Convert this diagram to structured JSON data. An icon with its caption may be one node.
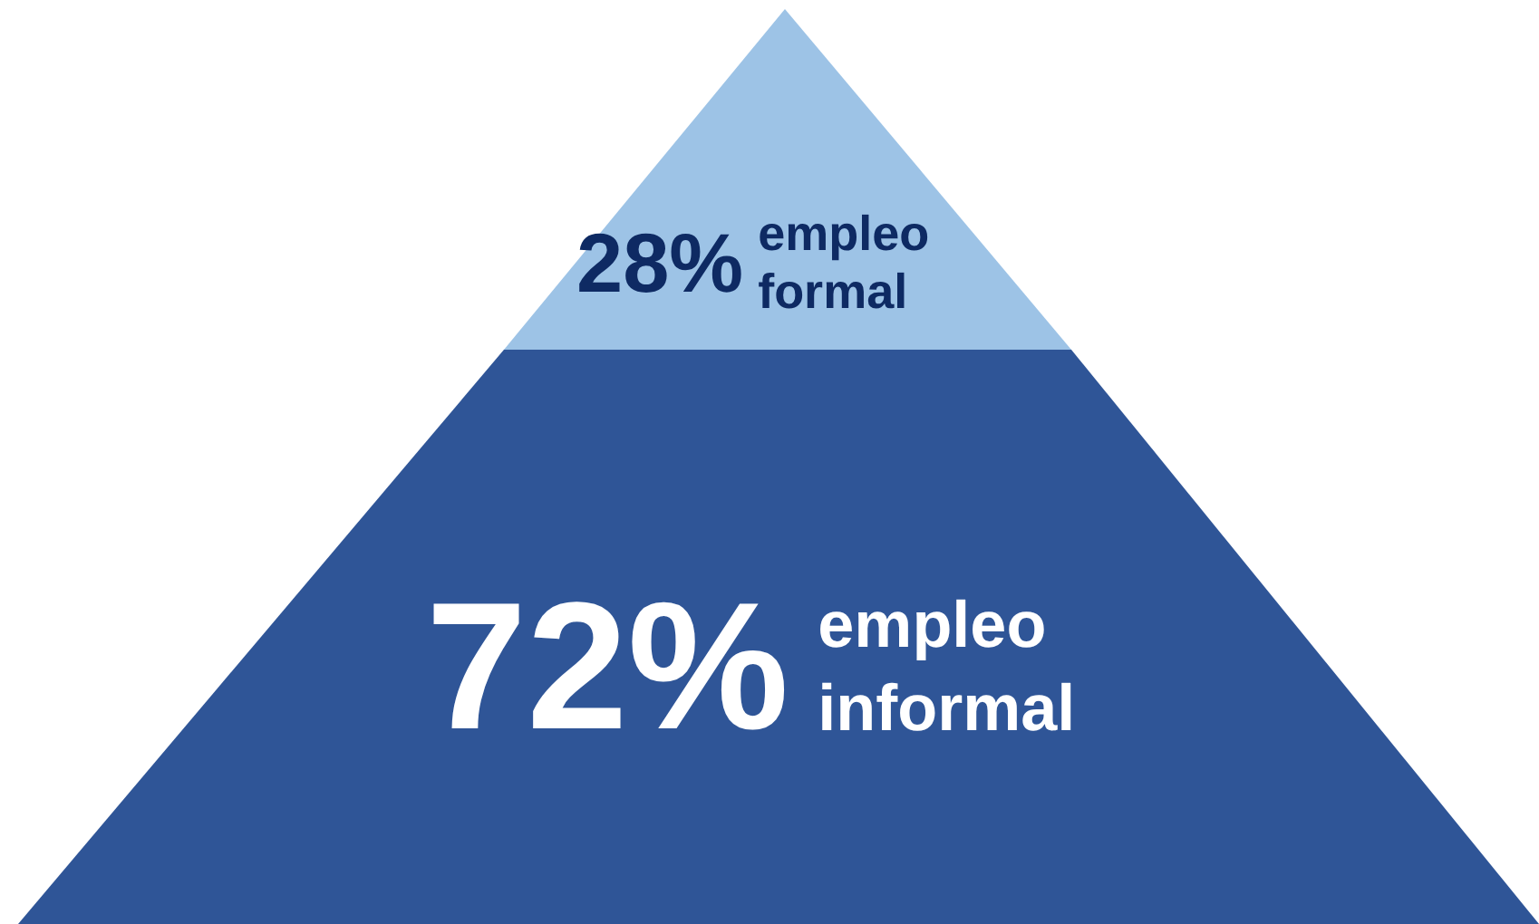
{
  "diagram": {
    "nodes": [
      {
        "text": [
          "28%",
          "empleo formal"
        ]
      },
      {
        "text": [
          "72%",
          "empleo informal"
        ]
      }
    ]
  }
}
